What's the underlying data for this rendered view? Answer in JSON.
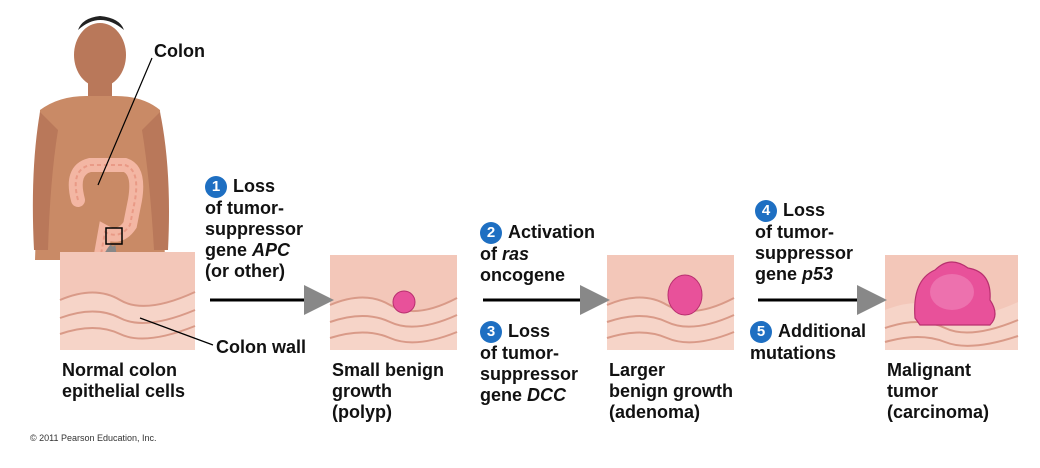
{
  "labels": {
    "colon": "Colon",
    "colon_wall": "Colon wall",
    "normal": [
      "Normal colon",
      "epithelial cells"
    ],
    "polyp": [
      "Small benign",
      "growth",
      "(polyp)"
    ],
    "adenoma": [
      "Larger",
      "benign growth",
      "(adenoma)"
    ],
    "carcinoma": [
      "Malignant",
      "tumor",
      "(carcinoma)"
    ]
  },
  "steps": [
    {
      "num": "1",
      "lines": [
        "Loss",
        "of tumor-",
        "suppressor"
      ],
      "gene_prefix": "gene ",
      "gene": "APC",
      "extra": "(or other)"
    },
    {
      "num": "2",
      "lines": [
        "Activation"
      ],
      "of_prefix": "of ",
      "gene": "ras",
      "extra": "oncogene"
    },
    {
      "num": "3",
      "lines": [
        "Loss",
        "of tumor-",
        "suppressor"
      ],
      "gene_prefix": "gene ",
      "gene": "DCC"
    },
    {
      "num": "4",
      "lines": [
        "Loss",
        "of tumor-",
        "suppressor"
      ],
      "gene_prefix": "gene ",
      "gene": "p53"
    },
    {
      "num": "5",
      "lines": [
        "Additional",
        "mutations"
      ]
    }
  ],
  "copyright": "© 2011 Pearson Education, Inc.",
  "colors": {
    "step_badge": "#1e6fc2",
    "tissue_bg": "#f3c7b9",
    "tumor": "#e8519a",
    "skin": "#c98a66"
  }
}
